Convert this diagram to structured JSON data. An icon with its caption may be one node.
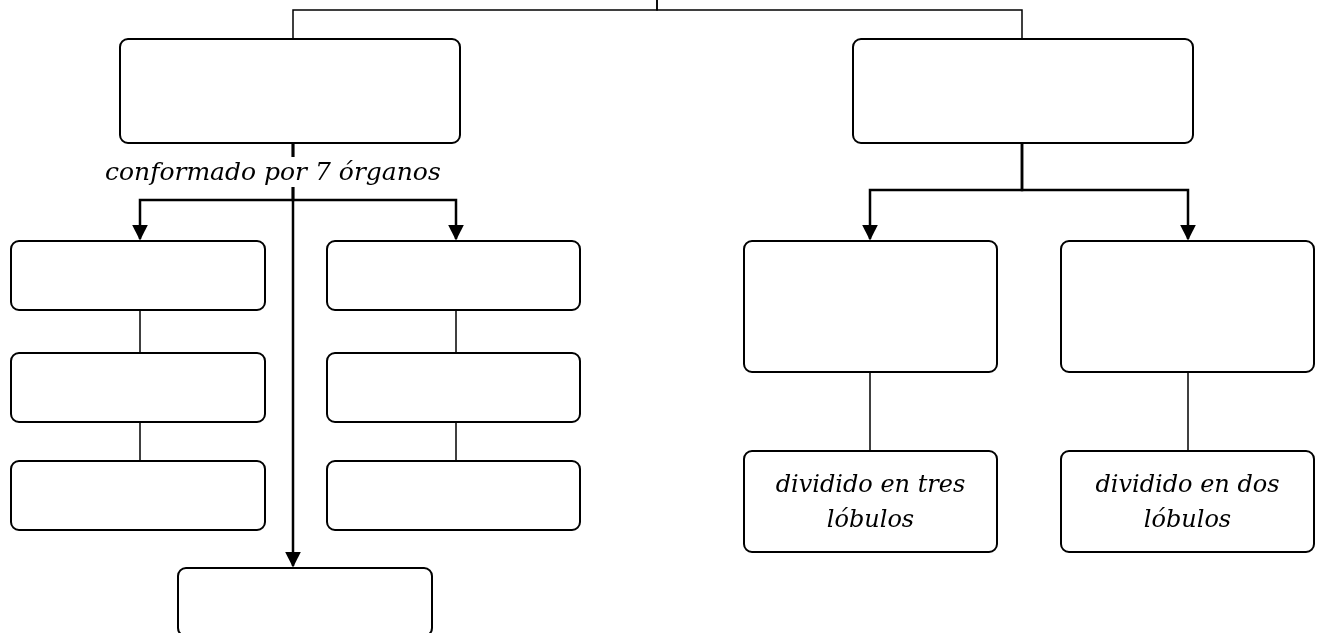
{
  "diagram": {
    "nodes": [
      {
        "text": [],
        "shape": "box"
      },
      {
        "text": [],
        "shape": "box"
      },
      {
        "text": [],
        "shape": "box"
      },
      {
        "text": [],
        "shape": "box"
      },
      {
        "text": [],
        "shape": "box"
      },
      {
        "text": [],
        "shape": "box"
      },
      {
        "text": [],
        "shape": "box"
      },
      {
        "text": [],
        "shape": "box"
      },
      {
        "text": [],
        "shape": "box"
      },
      {
        "text": [],
        "shape": "box"
      },
      {
        "text": [],
        "shape": "box"
      },
      {
        "text": [
          "dividido en tres lóbulos"
        ]
      },
      {
        "text": [
          "dividido en dos lóbulos"
        ]
      }
    ],
    "edges": [
      {
        "from": null,
        "to": 0,
        "arrow": "none"
      },
      {
        "from": null,
        "to": 1,
        "arrow": "none"
      },
      {
        "from": 0,
        "to": 2,
        "arrow": "to"
      },
      {
        "from": 0,
        "to": 5,
        "arrow": "to"
      },
      {
        "from": 0,
        "to": 8,
        "arrow": "to"
      },
      {
        "from": 2,
        "to": 3,
        "arrow": "none"
      },
      {
        "from": 3,
        "to": 4,
        "arrow": "none"
      },
      {
        "from": 5,
        "to": 6,
        "arrow": "none"
      },
      {
        "from": 6,
        "to": 7,
        "arrow": "none"
      },
      {
        "from": 1,
        "to": 9,
        "arrow": "to"
      },
      {
        "from": 1,
        "to": 10,
        "arrow": "to"
      },
      {
        "from": 9,
        "to": 11,
        "arrow": "none"
      },
      {
        "from": 10,
        "to": 12,
        "arrow": "none"
      }
    ],
    "labels": [
      "conformado por 7 órganos"
    ]
  }
}
